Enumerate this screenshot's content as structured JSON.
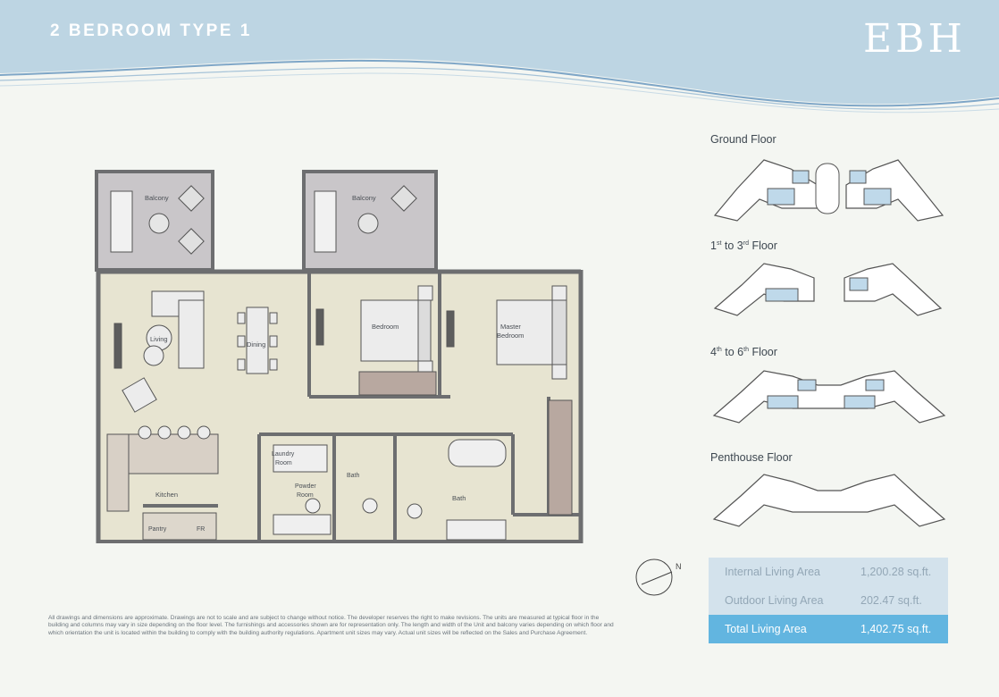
{
  "header": {
    "title": "2 BEDROOM TYPE 1",
    "logo": "EBH"
  },
  "floorplan": {
    "rooms": {
      "balcony_left": "Balcony",
      "balcony_right": "Balcony",
      "living": "Living",
      "dining": "Dining",
      "bedroom": "Bedroom",
      "master_bedroom_line1": "Master",
      "master_bedroom_line2": "Bedroom",
      "kitchen": "Kitchen",
      "laundry_line1": "Laundry",
      "laundry_line2": "Room",
      "powder_line1": "Powder",
      "powder_line2": "Room",
      "bath_small": "Bath",
      "bath_main": "Bath",
      "pantry": "Pantry",
      "fridge": "FR"
    }
  },
  "keyplans": {
    "ground": "Ground Floor",
    "floors_1_3": {
      "a": "1",
      "a_sup": "st",
      "mid": " to 3",
      "b_sup": "rd",
      "end": " Floor"
    },
    "floors_4_6": {
      "a": "4",
      "a_sup": "th",
      "mid": " to 6",
      "b_sup": "th",
      "end": " Floor"
    },
    "penthouse": "Penthouse Floor"
  },
  "compass": {
    "label": "N"
  },
  "areas": {
    "rows": [
      {
        "label": "Internal Living Area",
        "value": "1,200.28 sq.ft."
      },
      {
        "label": "Outdoor Living Area",
        "value": "202.47 sq.ft."
      }
    ],
    "total": {
      "label": "Total Living Area",
      "value": "1,402.75 sq.ft."
    }
  },
  "disclaimer": "All drawings and dimensions are approximate. Drawings are not to scale and are subject to change without notice. The developer reserves the right to make revisions. The units are measured at typical floor in the building and columns may vary in size depending on the floor level. The furnishings and accessories shown are for representation only. The length and width of the Unit and balcony varies depending on which floor and which orientation the unit is located within the building to comply with the building authority regulations. Apartment unit sizes may vary. Actual unit sizes will be reflected on the Sales and Purchase Agreement.",
  "colors": {
    "header_blue": "#bcd5e3",
    "wave": "#7ea6c7",
    "accent": "#62b5e0",
    "floor_fill": "#e8e5d2",
    "wall": "#6d6e70",
    "key_highlight": "#bfd9ea"
  }
}
